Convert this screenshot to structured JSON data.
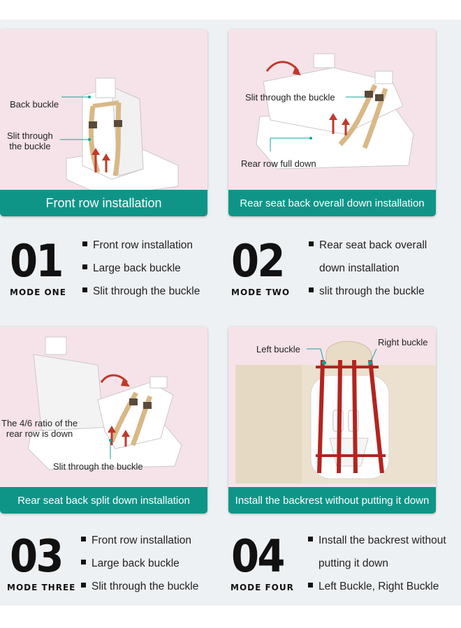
{
  "panels": [
    {
      "banner": "Front row installation",
      "labels": {
        "back_buckle": "Back buckle",
        "slit_through": "Slit through\nthe buckle"
      }
    },
    {
      "banner": "Rear seat back overall down installation",
      "labels": {
        "slit_through": "Slit through the buckle",
        "rear_row": "Rear row full down"
      }
    },
    {
      "banner": "Rear seat back split down installation",
      "labels": {
        "ratio": "The 4/6 ratio of the\nrear row is down",
        "slit_through": "Slit through the buckle"
      }
    },
    {
      "banner": "Install the backrest without putting it down",
      "labels": {
        "left_buckle": "Left buckle",
        "right_buckle": "Right buckle"
      }
    }
  ],
  "modes": [
    {
      "number": "01",
      "caption": "MODE ONE",
      "bullets": [
        "Front row installation",
        "Large back buckle",
        "Slit through the buckle"
      ]
    },
    {
      "number": "02",
      "caption": "MODE TWO",
      "bullets": [
        "Rear seat back overall",
        "down installation",
        "slit through the buckle"
      ]
    },
    {
      "number": "03",
      "caption": "MODE THREE",
      "bullets": [
        "Front row installation",
        "Large back buckle",
        "Slit through the buckle"
      ]
    },
    {
      "number": "04",
      "caption": "MODE FOUR",
      "bullets": [
        "Install the backrest without",
        "putting it down",
        "Left Buckle, Right Buckle"
      ]
    }
  ],
  "colors": {
    "banner": "#0f9588",
    "card_bg": "#f6e3e9",
    "strap": "#d9b886",
    "red_strap": "#b3241f",
    "arrow": "#c0392b"
  }
}
